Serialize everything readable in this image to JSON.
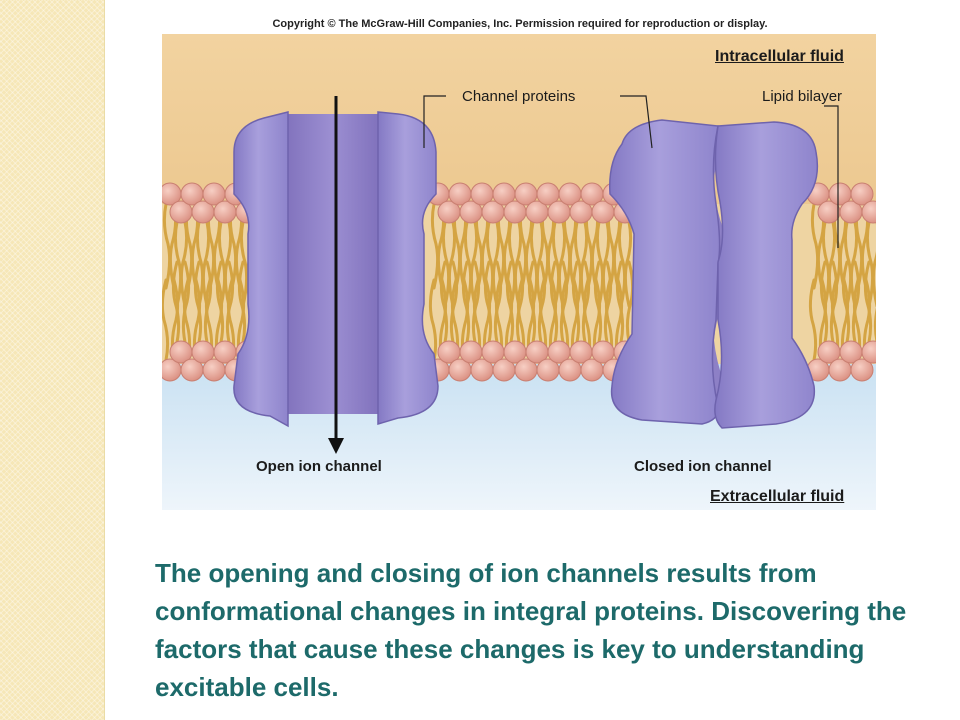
{
  "copyright": "Copyright © The McGraw-Hill Companies, Inc. Permission required for reproduction or display.",
  "labels": {
    "intracellular": "Intracellular fluid",
    "extracellular": "Extracellular fluid",
    "channel_proteins": "Channel proteins",
    "lipid_bilayer": "Lipid bilayer",
    "open_channel": "Open ion channel",
    "closed_channel": "Closed ion channel"
  },
  "caption": "The opening and closing of ion channels results from conformational changes in integral proteins. Discovering the factors that cause these changes is key to understanding excitable cells.",
  "colors": {
    "caption": "#1d6a6a",
    "intracellular_bg": "#efcf9a",
    "extracellular_bg": "#dceaf6",
    "protein": "#9a8fd0",
    "lipid_head": "#e8a89a",
    "lipid_tail": "#d8a848"
  }
}
